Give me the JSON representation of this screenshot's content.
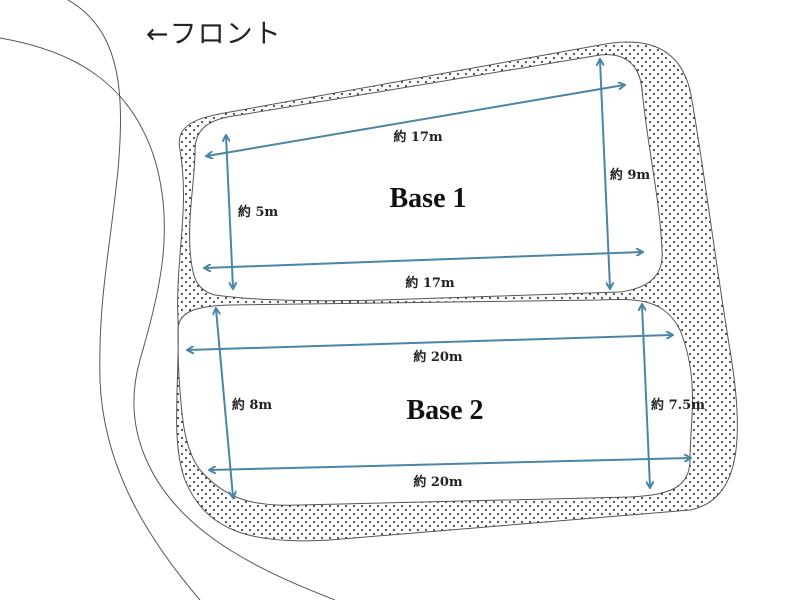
{
  "front_label": "←フロント",
  "colors": {
    "arrow": "#4a85a8",
    "outline": "#555555",
    "dots": "#222222"
  },
  "bases": [
    {
      "title": "Base 1",
      "top_length": "約 17m",
      "bottom_length": "約 17m",
      "left_width": "約 5m",
      "right_width": "約 9m"
    },
    {
      "title": "Base 2",
      "top_length": "約 20m",
      "bottom_length": "約 20m",
      "left_width": "約 8m",
      "right_width": "約 7.5m"
    }
  ]
}
